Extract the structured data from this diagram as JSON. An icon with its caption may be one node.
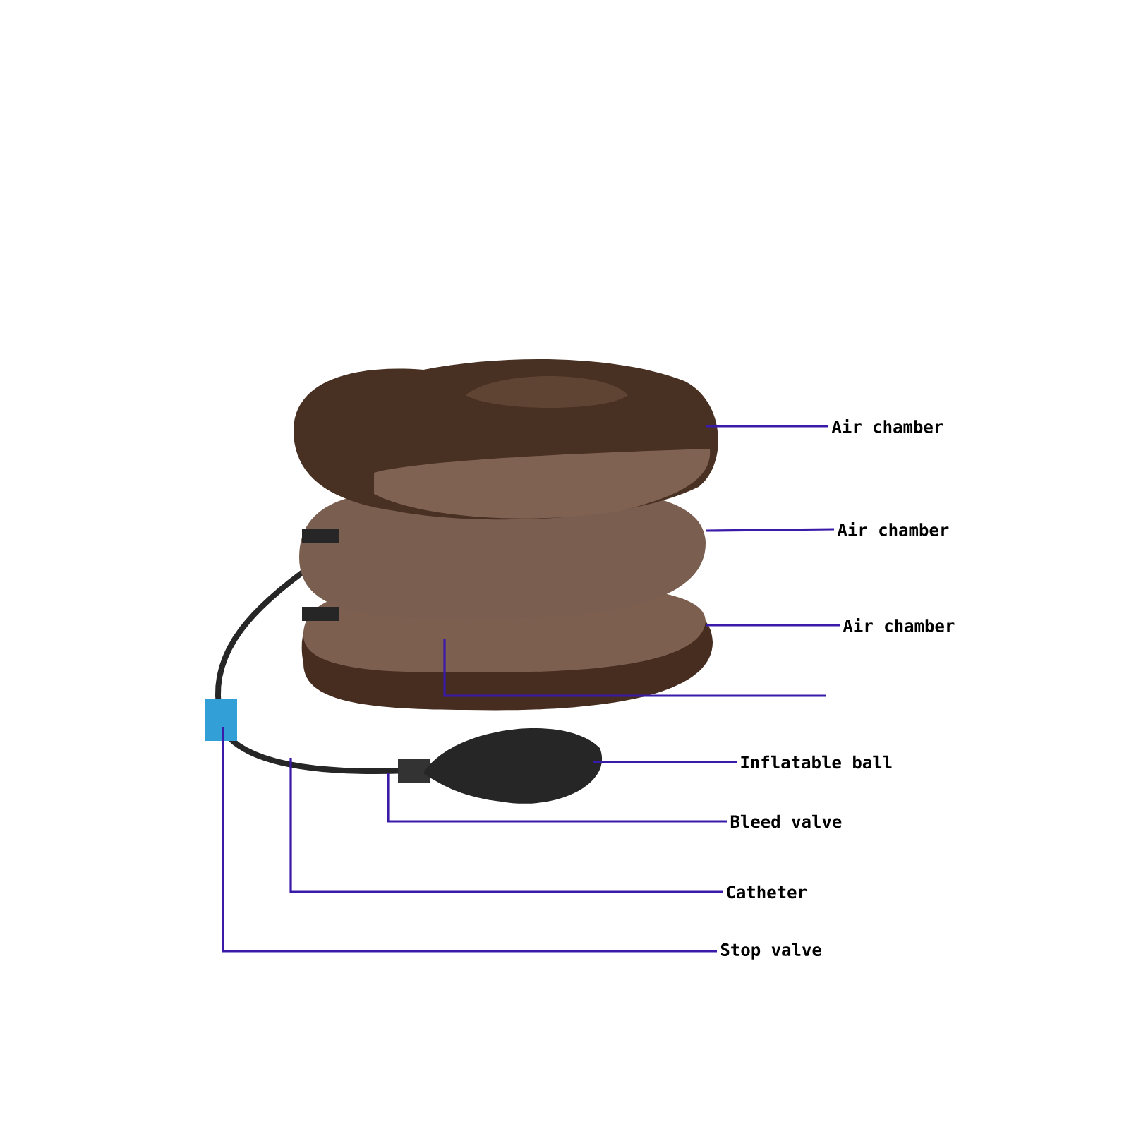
{
  "diagram": {
    "nodes": [
      {
        "text": [
          "Air chamber"
        ]
      },
      {
        "text": [
          "Air chamber"
        ]
      },
      {
        "text": [
          "Air chamber"
        ]
      },
      {
        "text": [
          "Inflatable ball"
        ]
      },
      {
        "text": [
          "Bleed valve"
        ]
      },
      {
        "text": [
          "Catheter"
        ]
      },
      {
        "text": [
          "Stop valve"
        ]
      }
    ],
    "edges": [
      {
        "from": 0,
        "to": null,
        "arrow": "none"
      },
      {
        "from": 1,
        "to": null,
        "arrow": "none"
      },
      {
        "from": 2,
        "to": null,
        "arrow": "none"
      },
      {
        "from": 3,
        "to": null,
        "arrow": "none"
      },
      {
        "from": 4,
        "to": null,
        "arrow": "none"
      },
      {
        "from": 5,
        "to": null,
        "arrow": "none"
      },
      {
        "from": 6,
        "to": null,
        "arrow": "none"
      }
    ]
  }
}
